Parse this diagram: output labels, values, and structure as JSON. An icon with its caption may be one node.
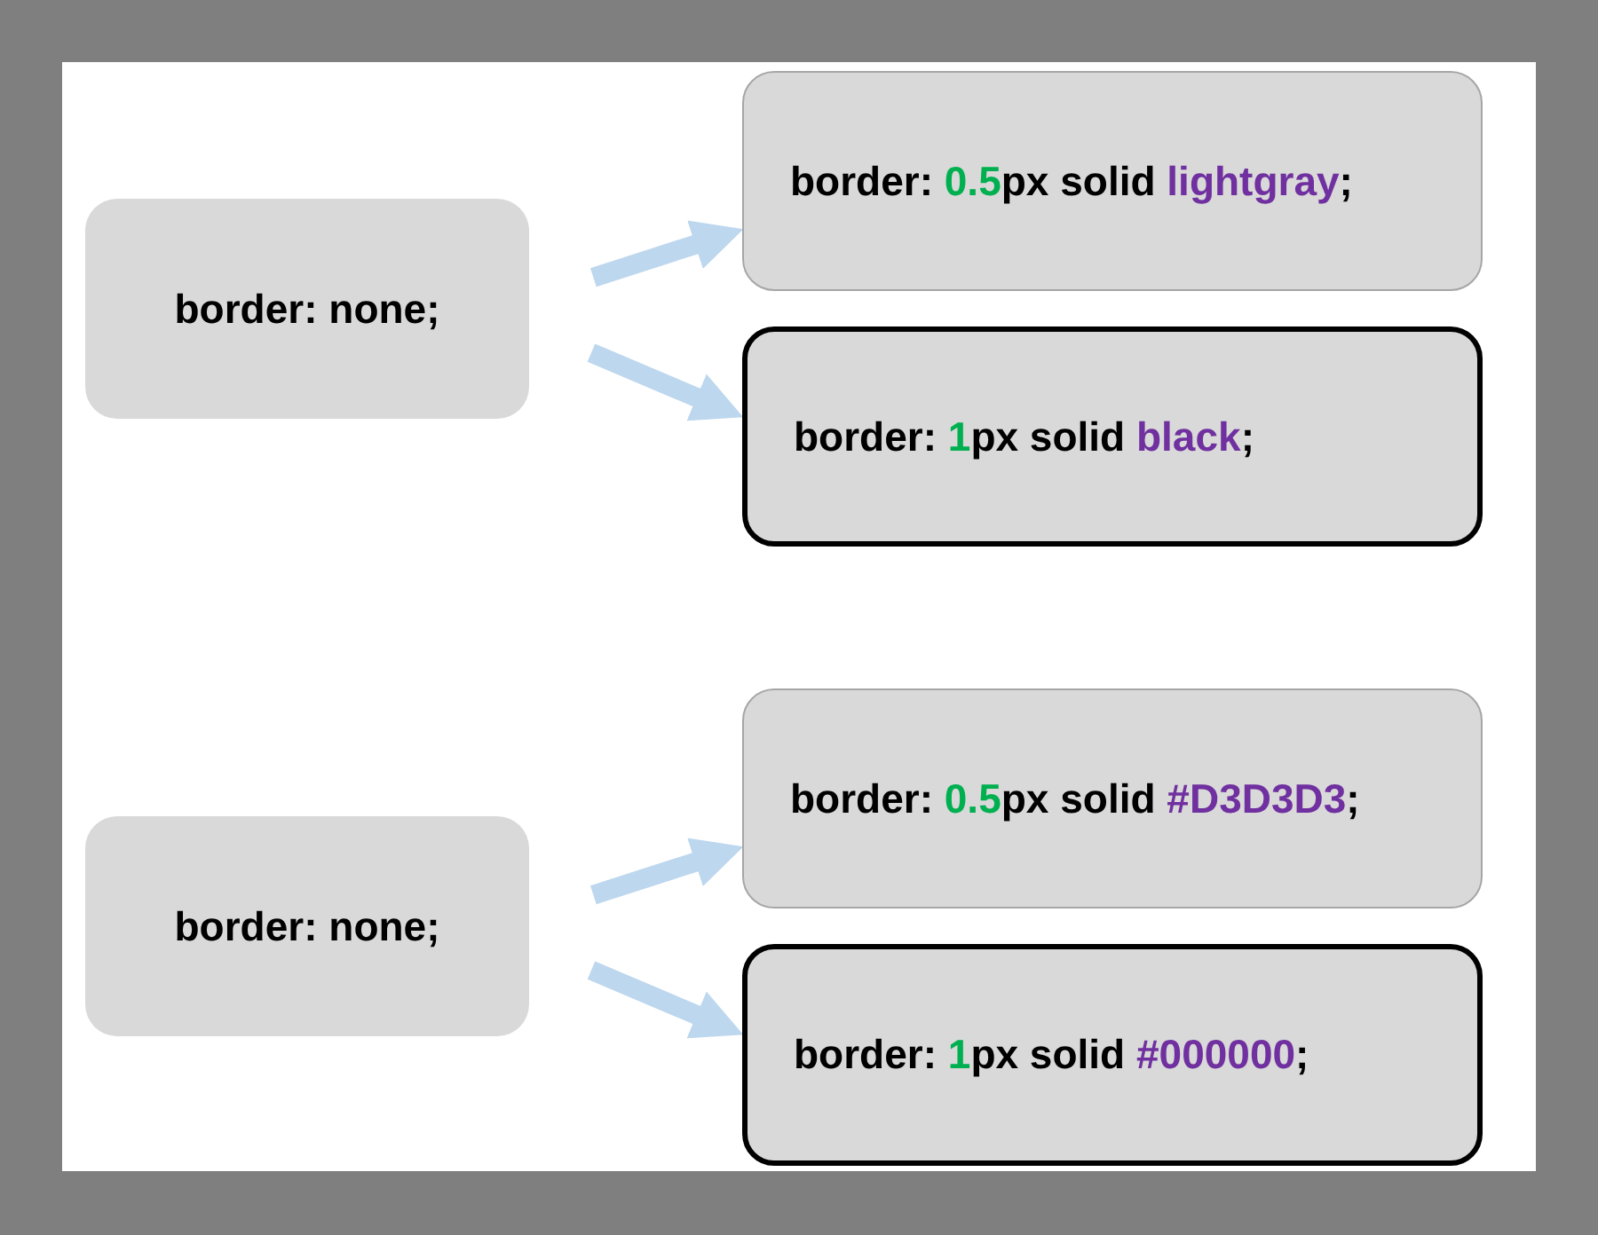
{
  "diagram": {
    "nodes": [
      {
        "text": [
          "border: none;"
        ]
      },
      {
        "text": [
          "border: 0.5px solid lightgray;"
        ]
      },
      {
        "text": [
          "border: 1px solid black;"
        ]
      },
      {
        "text": [
          "border: none;"
        ]
      },
      {
        "text": [
          "border: 0.5px solid #D3D3D3;"
        ]
      },
      {
        "text": [
          "border: 1px solid #000000;"
        ]
      }
    ],
    "edges": [
      {
        "from": 0,
        "to": 1,
        "arrow": "to"
      },
      {
        "from": 0,
        "to": 2,
        "arrow": "to"
      },
      {
        "from": 3,
        "to": 4,
        "arrow": "to"
      },
      {
        "from": 3,
        "to": 5,
        "arrow": "to"
      }
    ]
  }
}
